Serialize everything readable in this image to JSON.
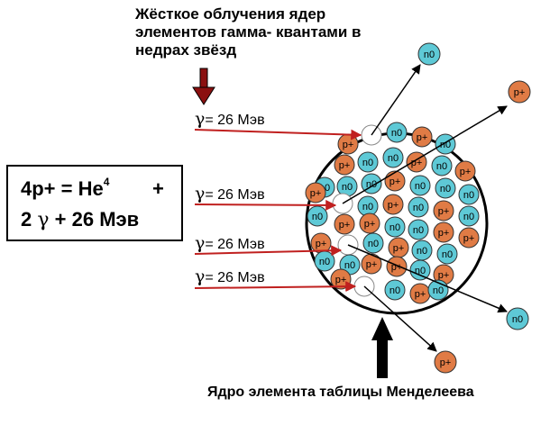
{
  "title": {
    "line1": "Жёсткое облучения ядер",
    "line2": "элементов гамма- квантами в",
    "line3": "недрах звёзд"
  },
  "equation": {
    "line1_a": "4p+ = He",
    "line1_sup": "4",
    "line1_b": "+",
    "line2_a": "2",
    "line2_gamma": "γ",
    "line2_b": "+ 26 Мэв"
  },
  "gamma_rays": [
    {
      "symbol": "γ",
      "label": "= 26 Мэв"
    },
    {
      "symbol": "γ",
      "label": "= 26 Мэв"
    },
    {
      "symbol": "γ",
      "label": "= 26 Мэв"
    },
    {
      "symbol": "γ",
      "label": "= 26 Мэв"
    }
  ],
  "particle_labels": {
    "neutron": "n0",
    "proton": "p+"
  },
  "nucleus_caption": "Ядро элемента таблицы Менделеева",
  "colors": {
    "proton": "#e07b45",
    "neutron": "#5ec9d6",
    "ray": "#c0201f",
    "arrow_red": "#8b1010",
    "outline": "#000000"
  }
}
